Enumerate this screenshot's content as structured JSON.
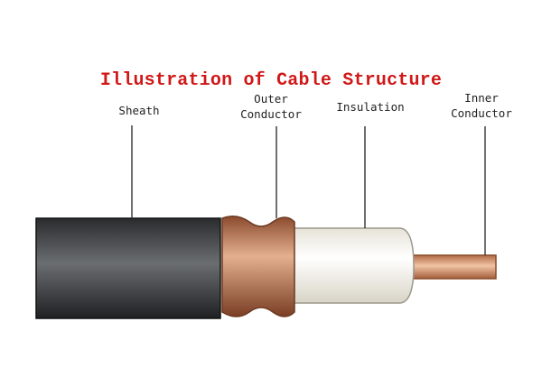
{
  "title": "Illustration of Cable Structure",
  "colors": {
    "title": "#d01818",
    "sheath": "#3a3c3e",
    "outer_conductor": "#b06a48",
    "insulation": "#f4f2ea",
    "inner_conductor": "#d9966e",
    "leader_line": "#333333"
  },
  "labels": {
    "sheath": "Sheath",
    "outer_conductor_line1": "Outer",
    "outer_conductor_line2": "Conductor",
    "insulation": "Insulation",
    "inner_conductor_line1": "Inner",
    "inner_conductor_line2": "Conductor"
  }
}
